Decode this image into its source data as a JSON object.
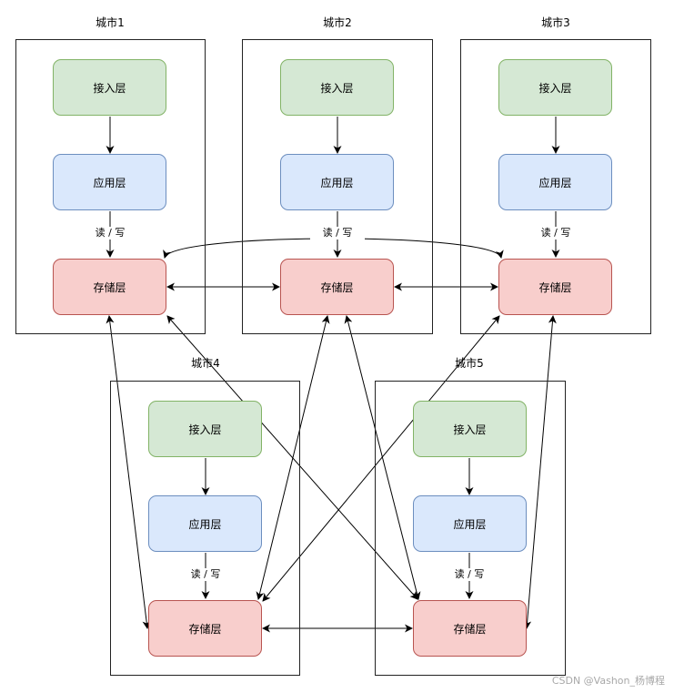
{
  "cities": [
    {
      "title": "城市1",
      "access": "接入层",
      "app": "应用层",
      "storage": "存储层",
      "rw": "读 / 写"
    },
    {
      "title": "城市2",
      "access": "接入层",
      "app": "应用层",
      "storage": "存储层",
      "rw": "读 / 写"
    },
    {
      "title": "城市3",
      "access": "接入层",
      "app": "应用层",
      "storage": "存储层",
      "rw": "读 / 写"
    },
    {
      "title": "城市4",
      "access": "接入层",
      "app": "应用层",
      "storage": "存储层",
      "rw": "读 / 写"
    },
    {
      "title": "城市5",
      "access": "接入层",
      "app": "应用层",
      "storage": "存储层",
      "rw": "读 / 写"
    }
  ],
  "colors": {
    "access_fill": "#d5e8d4",
    "access_stroke": "#82b366",
    "app_fill": "#dae8fc",
    "app_stroke": "#6c8ebf",
    "storage_fill": "#f8cecc",
    "storage_stroke": "#b85450"
  },
  "watermark": "CSDN @Vashon_杨博程"
}
